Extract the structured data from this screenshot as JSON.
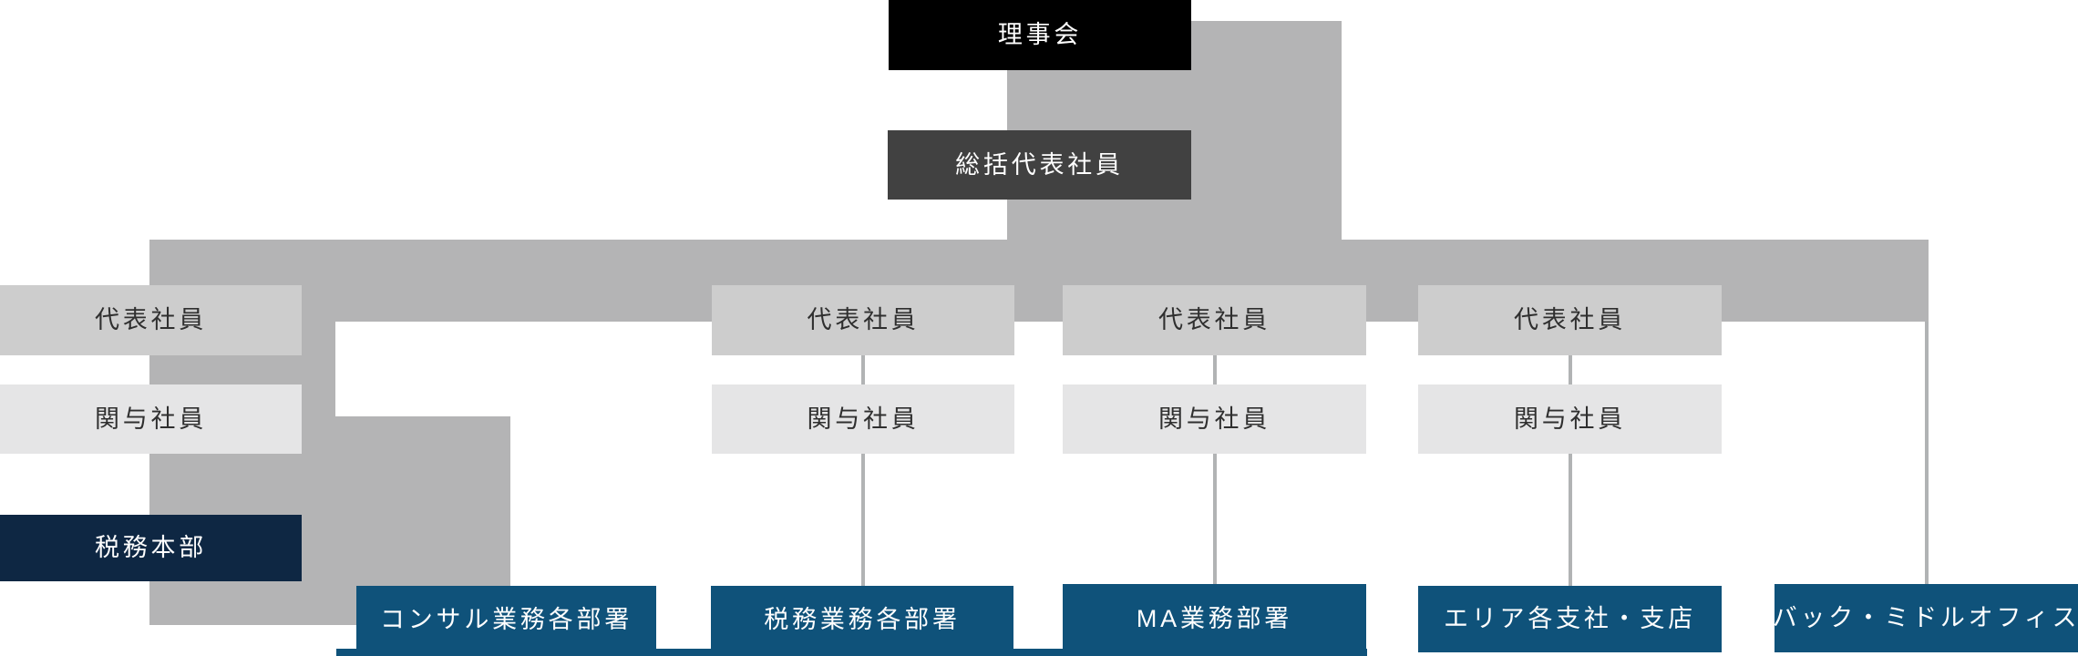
{
  "diagram": {
    "type": "org-chart",
    "nodes": {
      "board": "理事会",
      "general_representative": "総括代表社員",
      "representative": "代表社員",
      "engagement_partner": "関与社員",
      "tax_headquarters": "税務本部",
      "consulting_departments": "コンサル業務各部署",
      "tax_departments": "税務業務各部署",
      "ma_department": "MA業務部署",
      "area_branches": "エリア各支社・支店",
      "back_middle_office": "バック・ミドルオフィス"
    },
    "colors": {
      "canvas_bg": "#ffffff",
      "board_bg": "#000000",
      "general_representative_bg": "#414141",
      "representative_bg": "#cdcdcd",
      "engagement_partner_bg": "#e5e5e6",
      "tax_headquarters_bg": "#0e2743",
      "department_bg": "#0f527a",
      "connector_thick": "#b4b4b5",
      "connector_thin": "#b1b3b4",
      "light_text": "#ffffff",
      "dark_text": "#2f2f2f"
    }
  }
}
